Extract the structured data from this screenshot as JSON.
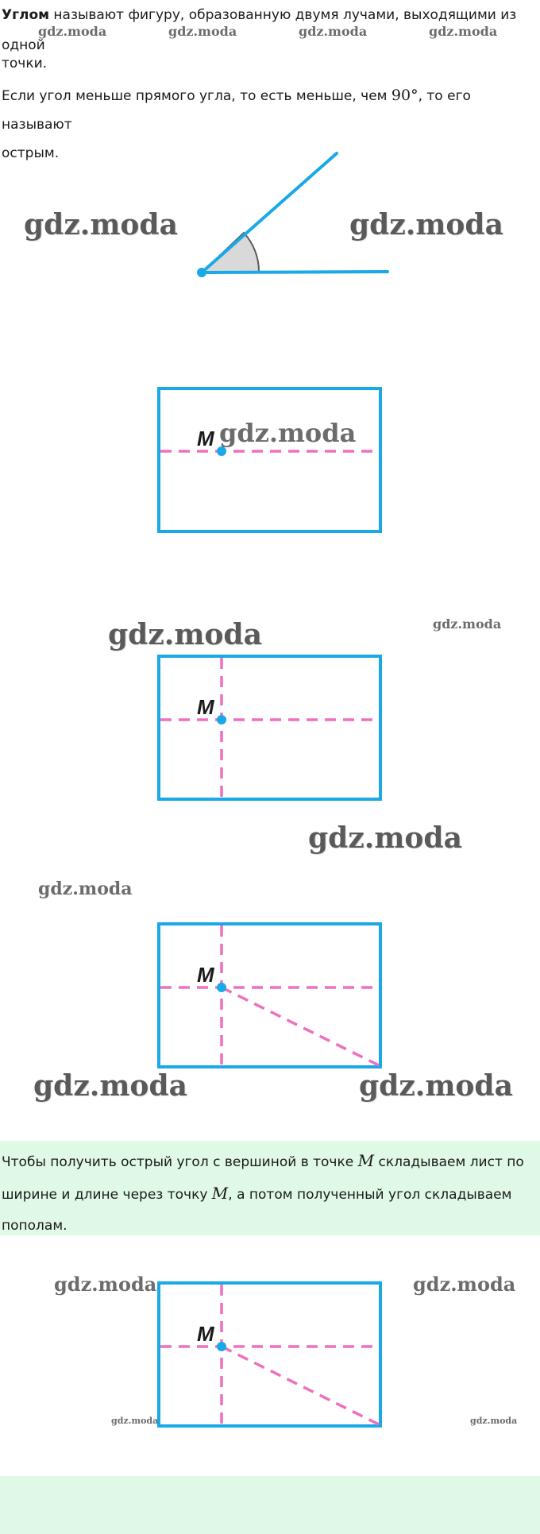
{
  "intro": {
    "term": "Углом",
    "definition_rest": " называют фигуру, образованную двумя лучами, выходящими из одной",
    "definition_end": "точки.",
    "acute_before": "Если угол меньше прямого угла, то есть меньше, чем ",
    "acute_value": "90°",
    "acute_after": ", то его называют",
    "acute_end": "острым."
  },
  "figures": {
    "point_label": "M"
  },
  "note": {
    "part1": "Чтобы получить острый угол с вершиной в точке ",
    "point1": "M",
    "part2": " складываем лист по",
    "part3": "ширине и длине через точку ",
    "point2": "M",
    "part4": ", а потом полученный угол складываем",
    "part5": "пополам."
  },
  "watermark": "gdz.moda",
  "colors": {
    "blue": "#19a9e6",
    "pink": "#f06fc0",
    "note_bg": "#dff9e6",
    "angle_fill": "#d9d9d9"
  }
}
